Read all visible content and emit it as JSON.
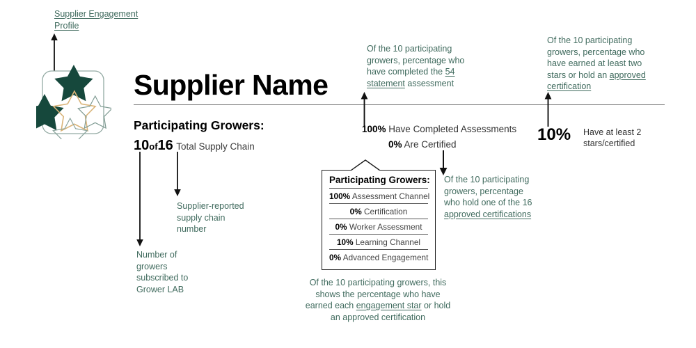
{
  "badge": {
    "label": "supplier-engagement-star-badge",
    "stars": [
      {
        "position": "top",
        "state": "earned",
        "color": "#16483c"
      },
      {
        "position": "left",
        "state": "earned",
        "color": "#16483c"
      },
      {
        "position": "center",
        "state": "unearned-highlight",
        "color": "#d9b377"
      },
      {
        "position": "right",
        "state": "unearned",
        "color": "#7f9b92"
      },
      {
        "position": "bottom",
        "state": "unearned",
        "color": "#8aa49c"
      }
    ],
    "frame_color": "#93aaa3"
  },
  "annotations": {
    "badge_note": "Supplier Engagement Profile",
    "badge_note_link": "Supplier Engagement Profile",
    "growers_subscribed": "Number of growers subscribed to Grower LAB",
    "supply_chain_note": "Supplier-reported supply chain number",
    "assessment_note_pre": "Of the 10 participating growers, percentage who have completed the ",
    "assessment_note_link": "54 statement",
    "assessment_note_post": " assessment",
    "certification_note_pre": "Of the 10 participating growers, percentage who hold one of the 16 ",
    "certification_note_link": "approved certifications",
    "stars_note_pre": "Of the 10 participating growers, percentage who have earned at least two stars or hold an ",
    "stars_note_link": "approved certification",
    "table_note_pre": "Of the 10 participating growers, this shows the percentage who have earned each ",
    "table_note_link": "engagement star",
    "table_note_post": " or hold an approved certification"
  },
  "header": {
    "title": "Supplier Name"
  },
  "left_stats": {
    "heading": "Participating Growers:",
    "participating": "10",
    "of": "of",
    "total": "16",
    "total_label": "Total Supply Chain"
  },
  "center_stats": [
    {
      "pct": "100%",
      "text": "Have Completed Assessments"
    },
    {
      "pct": "0%",
      "text": "Are Certified"
    }
  ],
  "right_stat": {
    "pct": "10%",
    "label_line1": "Have at least 2",
    "label_line2": "stars/certified"
  },
  "growers_table": {
    "title": "Participating Growers:",
    "rows": [
      {
        "pct": "100%",
        "label": "Assessment Channel"
      },
      {
        "pct": "0%",
        "label": "Certification"
      },
      {
        "pct": "0%",
        "label": "Worker Assessment"
      },
      {
        "pct": "10%",
        "label": "Learning Channel"
      },
      {
        "pct": "0%",
        "label": "Advanced Engagement"
      }
    ]
  },
  "colors": {
    "annotation_green": "#3f6a5d",
    "star_earned": "#16483c",
    "star_highlight": "#d9b377",
    "rule": "#7a7a7a"
  }
}
